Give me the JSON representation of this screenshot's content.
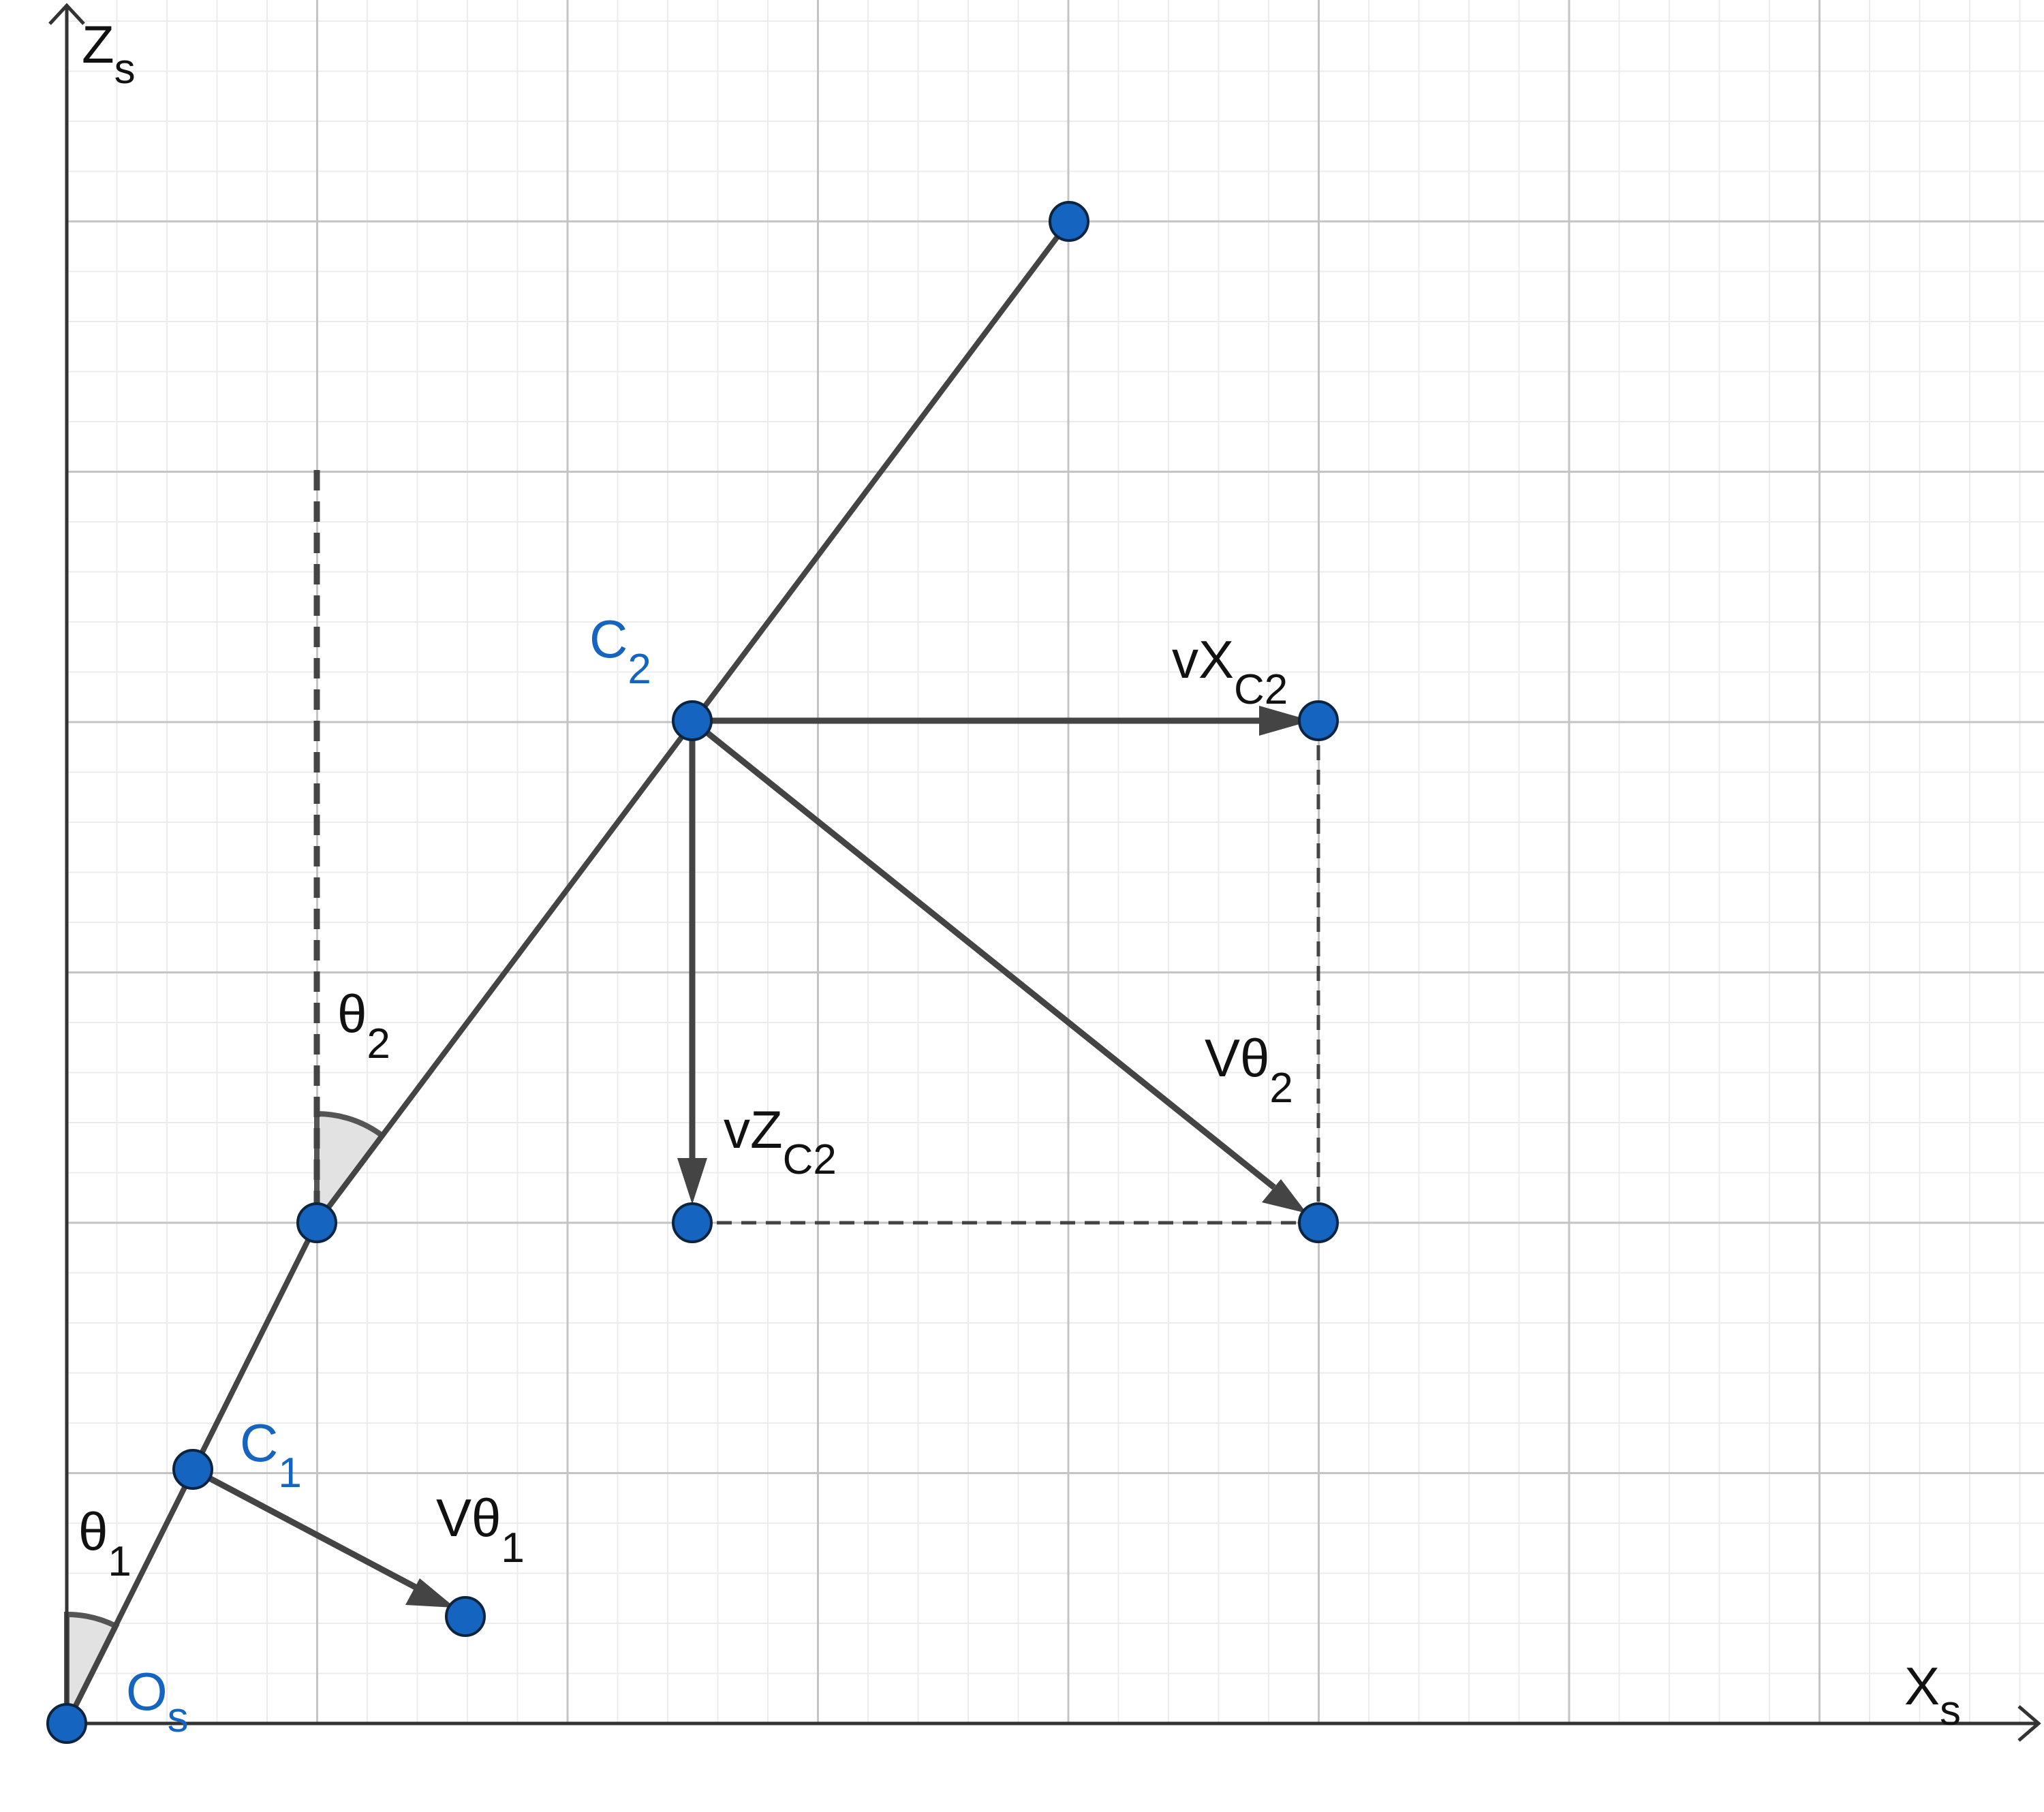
{
  "colors": {
    "point_fill": "#1565c0",
    "point_stroke": "#0b2540",
    "segment": "#444444",
    "axis": "#333333",
    "major_grid": "#c4c4c4",
    "minor_grid": "#ececec",
    "angle_fill": "#e2e2e2",
    "blue_label": "#1565c0",
    "black_label": "#111111"
  },
  "axes": {
    "x": {
      "base": "X",
      "sub": "s"
    },
    "z": {
      "base": "Z",
      "sub": "s"
    }
  },
  "points": {
    "Os": {
      "base": "O",
      "sub": "s"
    },
    "C1": {
      "base": "C",
      "sub": "1"
    },
    "C2": {
      "base": "C",
      "sub": "2"
    }
  },
  "vectors": {
    "v_theta1": {
      "base": "Vθ",
      "sub": "1"
    },
    "vx_c2": {
      "base": "vX",
      "sub": "C2"
    },
    "vz_c2": {
      "base": "vZ",
      "sub": "C2"
    },
    "v_theta2": {
      "base": "Vθ",
      "sub": "2"
    }
  },
  "angles": {
    "theta1": {
      "base": "θ",
      "sub": "1"
    },
    "theta2": {
      "base": "θ",
      "sub": "2"
    }
  }
}
